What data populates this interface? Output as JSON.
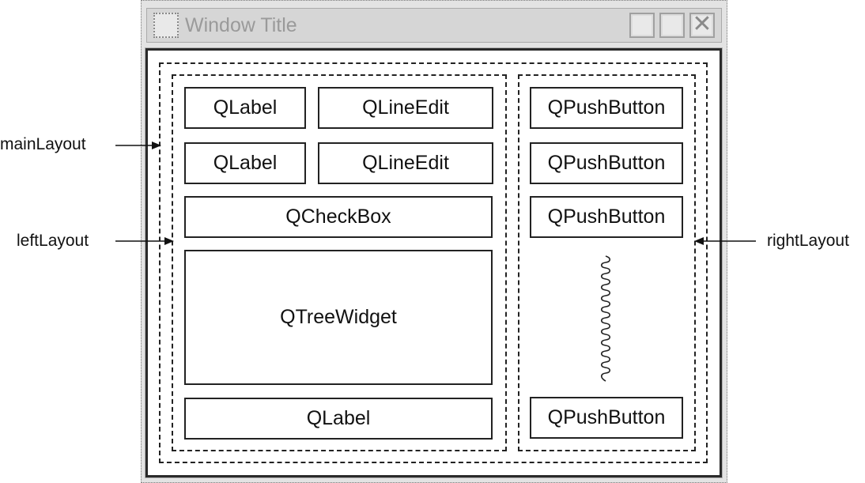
{
  "window": {
    "title": "Window Title",
    "title_icon": "app-window-icon",
    "buttons": [
      "minimize-icon",
      "maximize-icon",
      "close-icon"
    ],
    "close_glyph": "✕"
  },
  "annotations": {
    "main_layout": "mainLayout",
    "left_layout": "leftLayout",
    "right_layout": "rightLayout"
  },
  "left_layout": {
    "row1": {
      "label": "QLabel",
      "edit": "QLineEdit"
    },
    "row2": {
      "label": "QLabel",
      "edit": "QLineEdit"
    },
    "checkbox": "QCheckBox",
    "tree": "QTreeWidget",
    "bottom_label": "QLabel"
  },
  "right_layout": {
    "buttons": [
      "QPushButton",
      "QPushButton",
      "QPushButton"
    ],
    "spacer_icon": "spring-spacer-icon",
    "bottom_button": "QPushButton"
  },
  "colors": {
    "frame": "#e3e3e3",
    "titlebar": "#d6d6d6",
    "title_text": "#9a9a9a",
    "lines": "#222222"
  }
}
